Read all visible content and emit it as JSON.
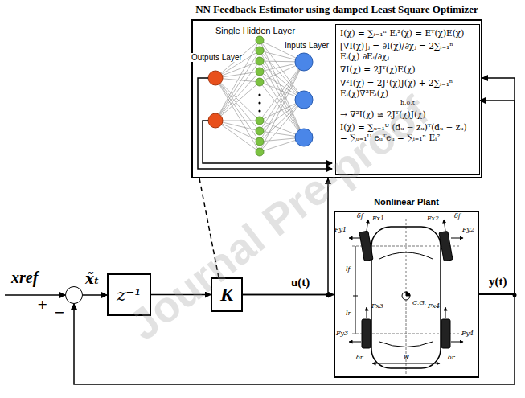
{
  "diagram": {
    "nodes": [
      {
        "text": [
          "NN Feedback Estimator using damped Least Square Optimizer"
        ]
      },
      {
        "text": [
          "I(χ) = ∑ᵢ₌₁ⁿ Eᵢ²(χ) = Eᵀ(χ)E(χ)",
          "[∇I(χ)]ⱼ = ∂I(χ)/∂χⱼ = 2∑ᵢ₌₁ⁿ Eᵢ(χ) ∂Eᵢ/∂χⱼ",
          "∇I(χ) = 2Jᵀ(χ)E(χ)",
          "∇²I(χ) = 2Jᵀ(χ)J(χ) + 2∑ᵢ₌₁ⁿ Eᵢ(χ)∇²Eᵢ(χ)",
          "h.o.t",
          "→ ∇²I(χ) ≅ 2Jᵀ(χ)J(χ)",
          "I(χ) = ∑ᵤ₌₁ᵁ (dᵤ − zᵤ)ᵀ(dᵤ − zᵤ) = ∑ᵤ₌₁ᵁ eᵤᵀeᵤ = ∑ᵢ₌₁ⁿ Eᵢ²"
        ],
        "in": 0
      },
      {
        "text": [
          "Nonlinear Plant"
        ]
      },
      {
        "text": [
          "+",
          "−"
        ]
      },
      {
        "text": [
          "z⁻¹"
        ]
      },
      {
        "text": [
          "K"
        ]
      }
    ],
    "edges": [
      {
        "from": 3,
        "to": 4,
        "arrow": "to",
        "label": "x̃ₜ"
      },
      {
        "from": 4,
        "to": 5,
        "arrow": "to"
      },
      {
        "from": 5,
        "to": 2,
        "arrow": "to",
        "label": "u(t)"
      },
      {
        "from": 5,
        "to": 0,
        "arrow": "to"
      },
      {
        "from": 2,
        "to": 0,
        "arrow": "to"
      },
      {
        "from": 2,
        "to": 1,
        "arrow": "to"
      },
      {
        "from": 2,
        "to": 3,
        "arrow": "to"
      },
      {
        "from": 0,
        "to": 5,
        "arrow": "none"
      }
    ],
    "labels": [
      "Single Hidden Layer",
      "Outputs Layer",
      "Inputs Layer",
      "xref",
      "y(t)",
      "δf",
      "δf",
      "Fy1",
      "Fx1",
      "Fy2",
      "Fx2",
      "lf",
      "lr",
      "C.G.",
      "δr",
      "δr",
      "Fy3",
      "Fx3",
      "Fy4",
      "Fx4",
      "w",
      "Journal Pre-proof"
    ]
  }
}
